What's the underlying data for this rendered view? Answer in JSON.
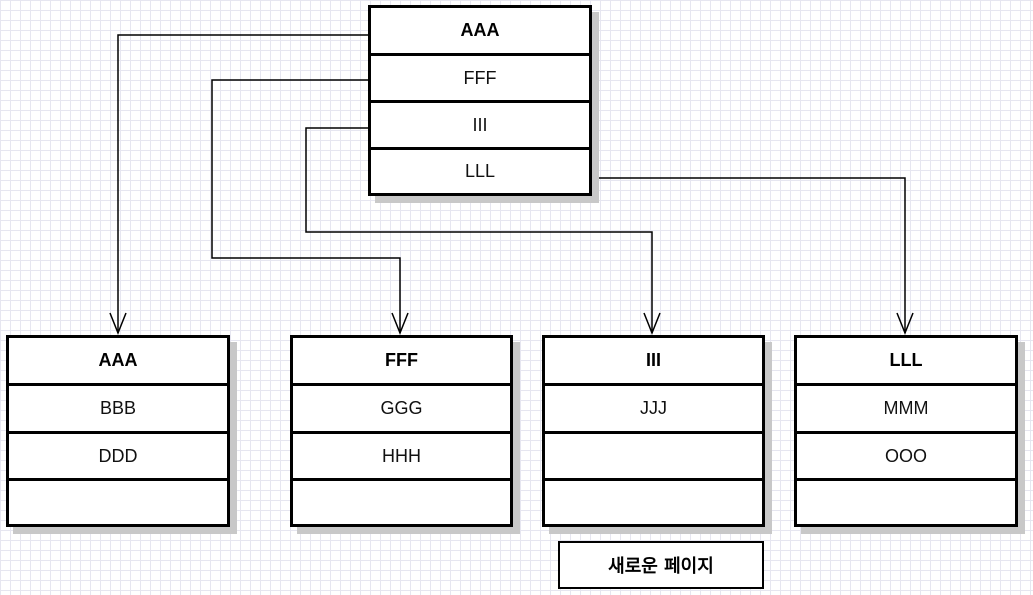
{
  "root": {
    "title": "AAA",
    "rows": [
      "FFF",
      "III",
      "LLL"
    ]
  },
  "children": [
    {
      "title": "AAA",
      "rows": [
        "BBB",
        "DDD",
        ""
      ]
    },
    {
      "title": "FFF",
      "rows": [
        "GGG",
        "HHH",
        ""
      ]
    },
    {
      "title": "III",
      "rows": [
        "JJJ",
        "",
        ""
      ]
    },
    {
      "title": "LLL",
      "rows": [
        "MMM",
        "OOO",
        ""
      ]
    }
  ],
  "page_label": "새로운 페이지"
}
